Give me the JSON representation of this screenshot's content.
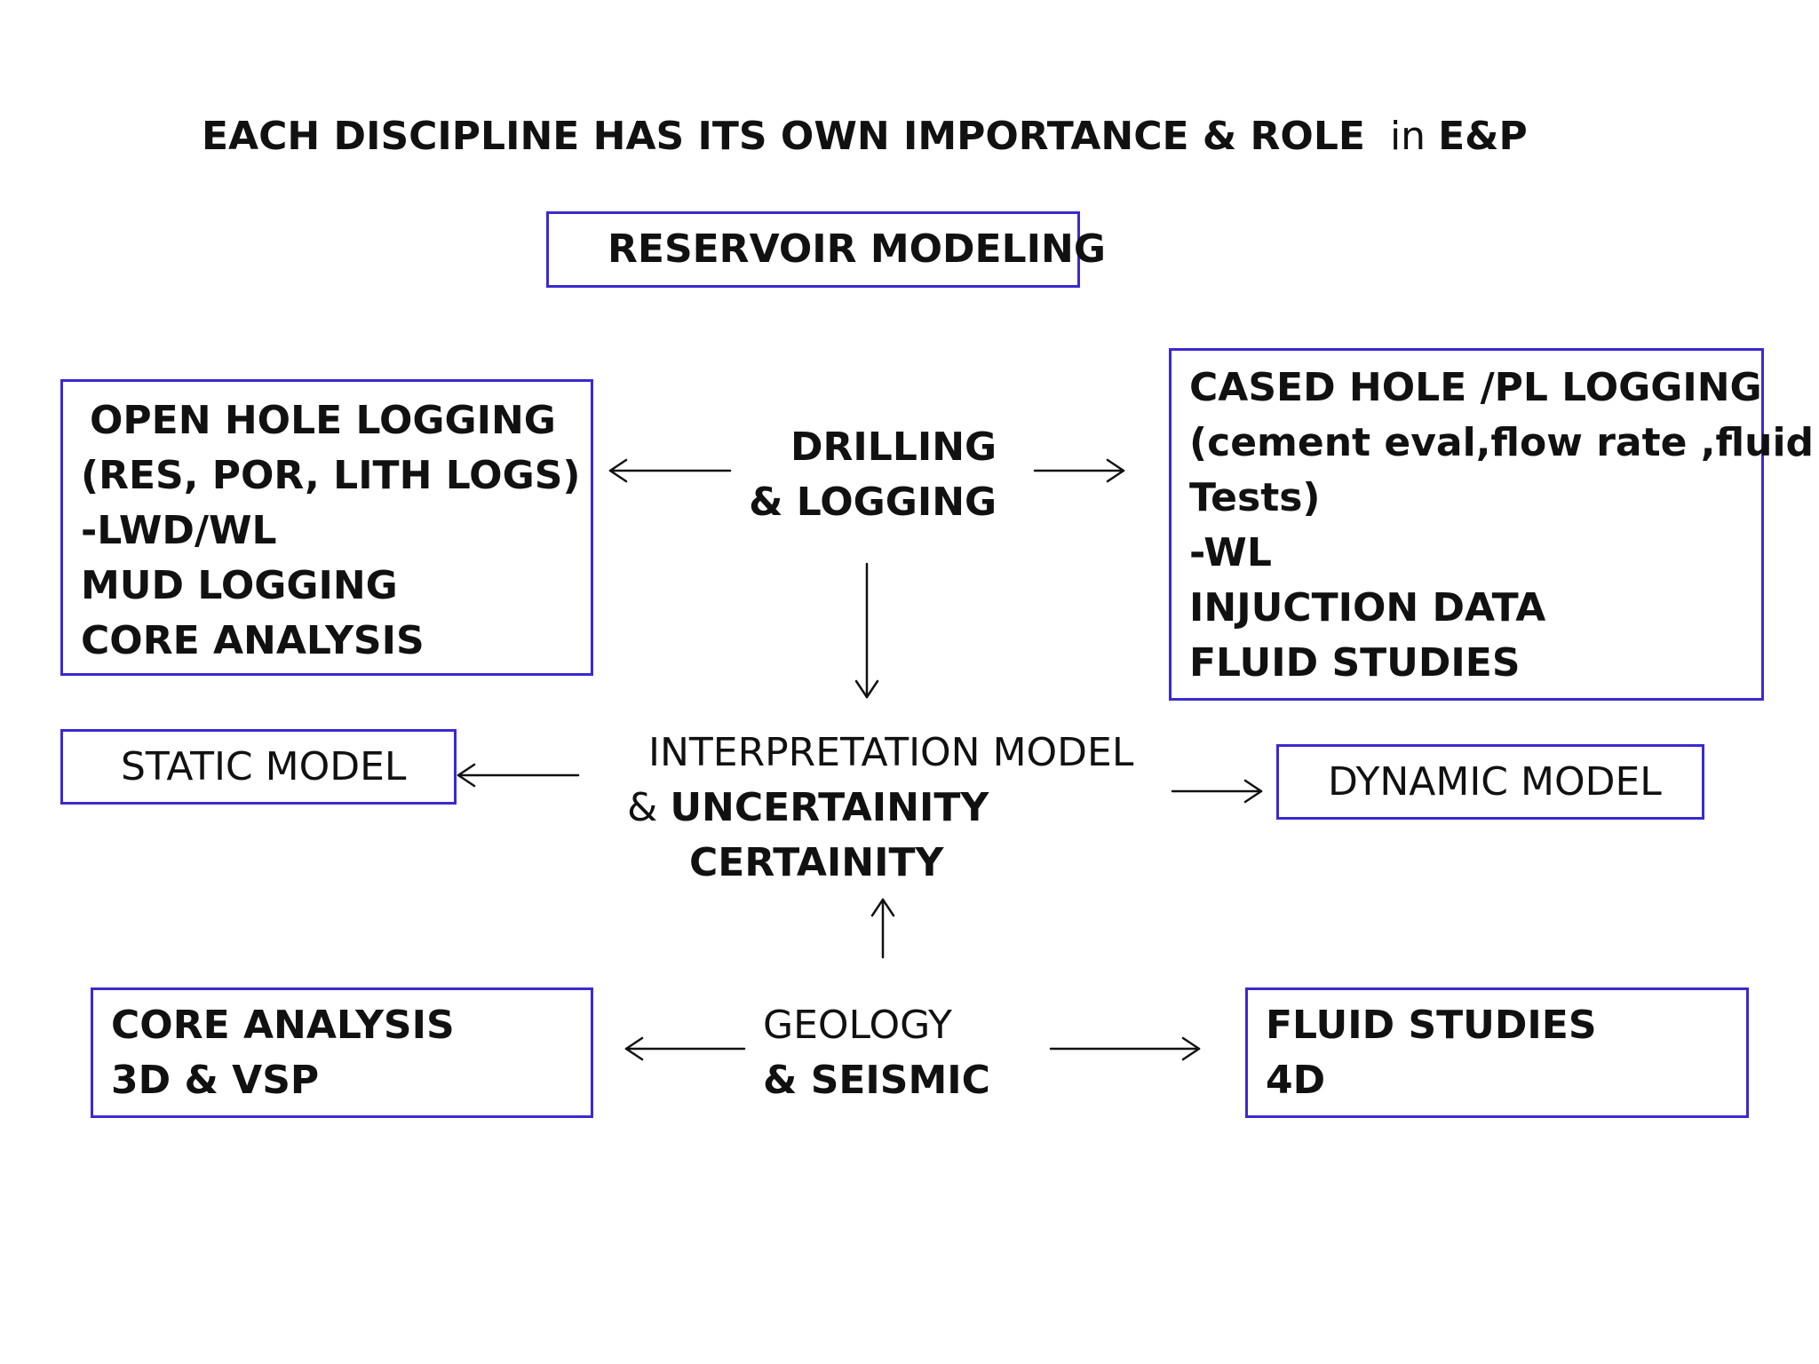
{
  "title": {
    "main": "EACH DISCIPLINE HAS ITS OWN IMPORTANCE & ROLE",
    "in": "in",
    "ep": "E&P"
  },
  "reservoir_modeling": "RESERVOIR MODELING",
  "open_hole": {
    "lines": [
      "OPEN HOLE LOGGING",
      "(RES, POR, LITH LOGS)",
      "-LWD/WL",
      "MUD LOGGING",
      "CORE ANALYSIS"
    ]
  },
  "drilling": {
    "lines": [
      "DRILLING",
      "& LOGGING"
    ]
  },
  "cased_hole": {
    "lines": [
      "CASED HOLE /PL LOGGING",
      "(cement eval,flow rate ,fluid",
      "Tests)",
      "-WL",
      "INJUCTION DATA",
      "FLUID STUDIES"
    ]
  },
  "static_model": "STATIC MODEL",
  "interpretation": {
    "line1": "INTERPRETATION MODEL",
    "amp": "&",
    "uncertainity": "UNCERTAINITY",
    "certainity": "CERTAINITY"
  },
  "dynamic_model": "DYNAMIC MODEL",
  "core_3d": {
    "lines": [
      "CORE ANALYSIS",
      "3D & VSP"
    ]
  },
  "geology": {
    "line1": "GEOLOGY",
    "line2": "& SEISMIC"
  },
  "fluid_4d": {
    "lines": [
      "FLUID STUDIES",
      "4D"
    ]
  },
  "colors": {
    "box_border": "#3a2ad0",
    "text": "#111111"
  }
}
